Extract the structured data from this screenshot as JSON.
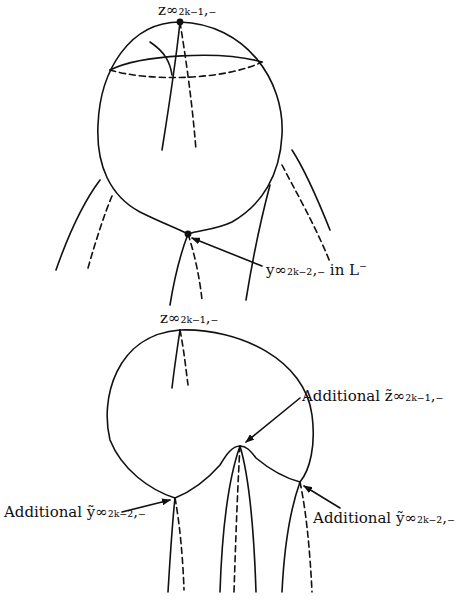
{
  "diagram": {
    "labels": [
      "z∞₂ₖ₋₁,₋",
      "y∞₂ₖ₋₂,₋ in L⁻",
      "z∞₂ₖ₋₁,₋",
      "Additional z̃∞₂ₖ₋₁,₋",
      "Additional ỹ∞₂ₖ₋₂,₋",
      "Additional ỹ∞₂ₖ₋₂,₋"
    ]
  }
}
